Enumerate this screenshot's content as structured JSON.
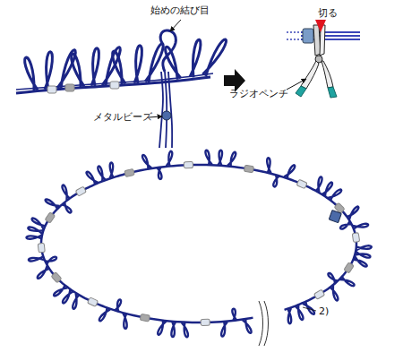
{
  "diagram": {
    "labels": [
      "始めの結び目",
      "切る",
      "メタルビーズ",
      "ラジオペンチ",
      "2)"
    ]
  }
}
